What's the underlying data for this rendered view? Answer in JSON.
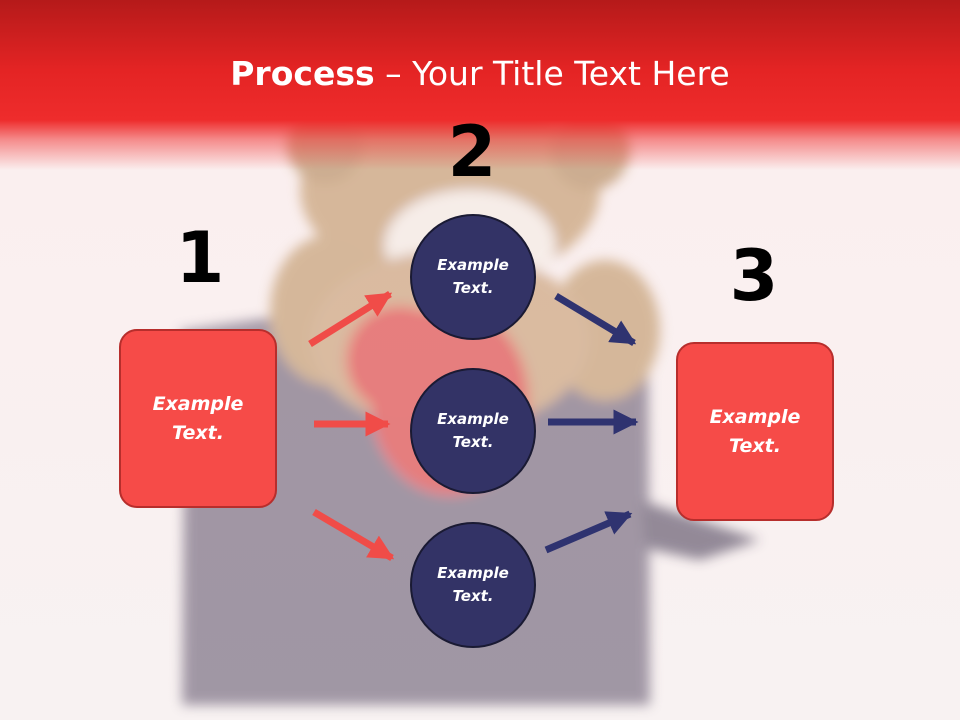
{
  "title": {
    "bold_part": "Process",
    "rest": " – Your Title Text Here"
  },
  "steps": {
    "step1_number": "1",
    "step2_number": "2",
    "step3_number": "3"
  },
  "left_box": {
    "text": "Example\nText."
  },
  "right_box": {
    "text": "Example\nText."
  },
  "circles": [
    {
      "text": "Example\nText."
    },
    {
      "text": "Example\nText."
    },
    {
      "text": "Example\nText."
    }
  ],
  "colors": {
    "title_band": "#e42424",
    "box_fill": "#f64b48",
    "circle_fill": "#333366",
    "arrow_red": "#f04c48",
    "arrow_navy": "#2f3370"
  }
}
